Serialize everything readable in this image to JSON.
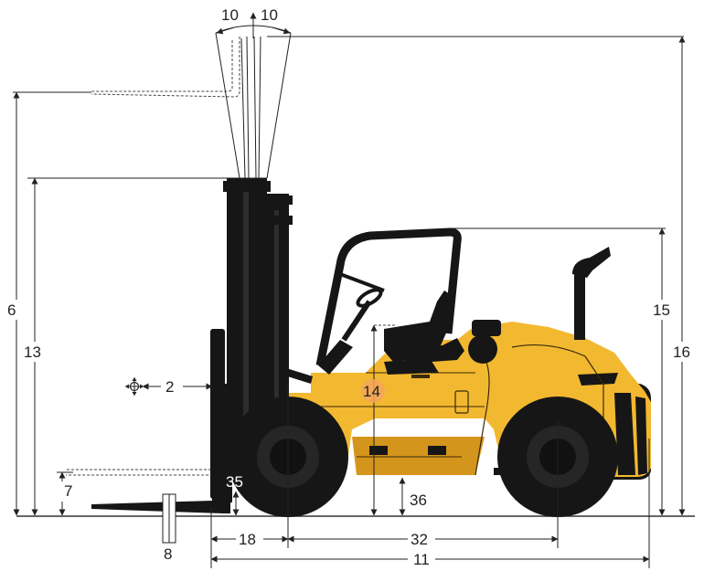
{
  "colors": {
    "body": "#f2b830",
    "body_shade": "#d4951c",
    "dark": "#161616",
    "line": "#222222",
    "highlight": "#f5a55a"
  },
  "labels": {
    "tilt_forward": "10",
    "tilt_back": "10",
    "overall_raised_height": "6",
    "load_center_distance": "2",
    "free_lift_height": "13",
    "overhead_guard_height": "15",
    "overall_lowered_height": "16",
    "fork_free_lift": "7",
    "fork_thickness": "8",
    "front_overhang": "18",
    "wheelbase": "32",
    "overall_length": "11",
    "seat_height": "14",
    "mast_ground_clearance": "35",
    "center_ground_clearance": "36"
  },
  "icons": {
    "load_center": "crosshair-arrows-icon"
  }
}
